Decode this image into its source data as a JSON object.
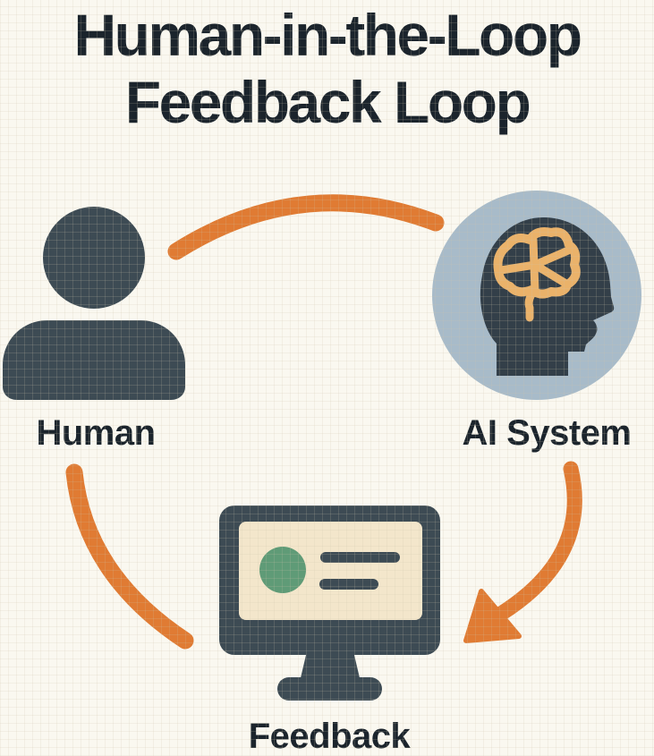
{
  "title": {
    "line1": "Human-in-the-Loop",
    "line2": "Feedback Loop"
  },
  "diagram": {
    "nodes": [
      {
        "id": "human",
        "label": "Human",
        "icon": "person-icon"
      },
      {
        "id": "ai-system",
        "label": "AI System",
        "icon": "head-brain-icon"
      },
      {
        "id": "feedback",
        "label": "Feedback",
        "icon": "monitor-icon"
      }
    ],
    "arrows": [
      {
        "from": "Human",
        "to": "AI System",
        "arrowhead": false
      },
      {
        "from": "AI System",
        "to": "Feedback",
        "arrowhead": true
      },
      {
        "from": "Feedback",
        "to": "Human",
        "arrowhead": false
      }
    ]
  },
  "colors": {
    "background": "#faf8f0",
    "ink": "#1b242c",
    "slate": "#3d4b54",
    "slate_dark": "#333f49",
    "accent_orange": "#e07b33",
    "circle_blue": "#a8bbc9",
    "brain_tan": "#eab26a",
    "screen_cream": "#f3e6cb",
    "dot_green": "#5f9b77"
  }
}
